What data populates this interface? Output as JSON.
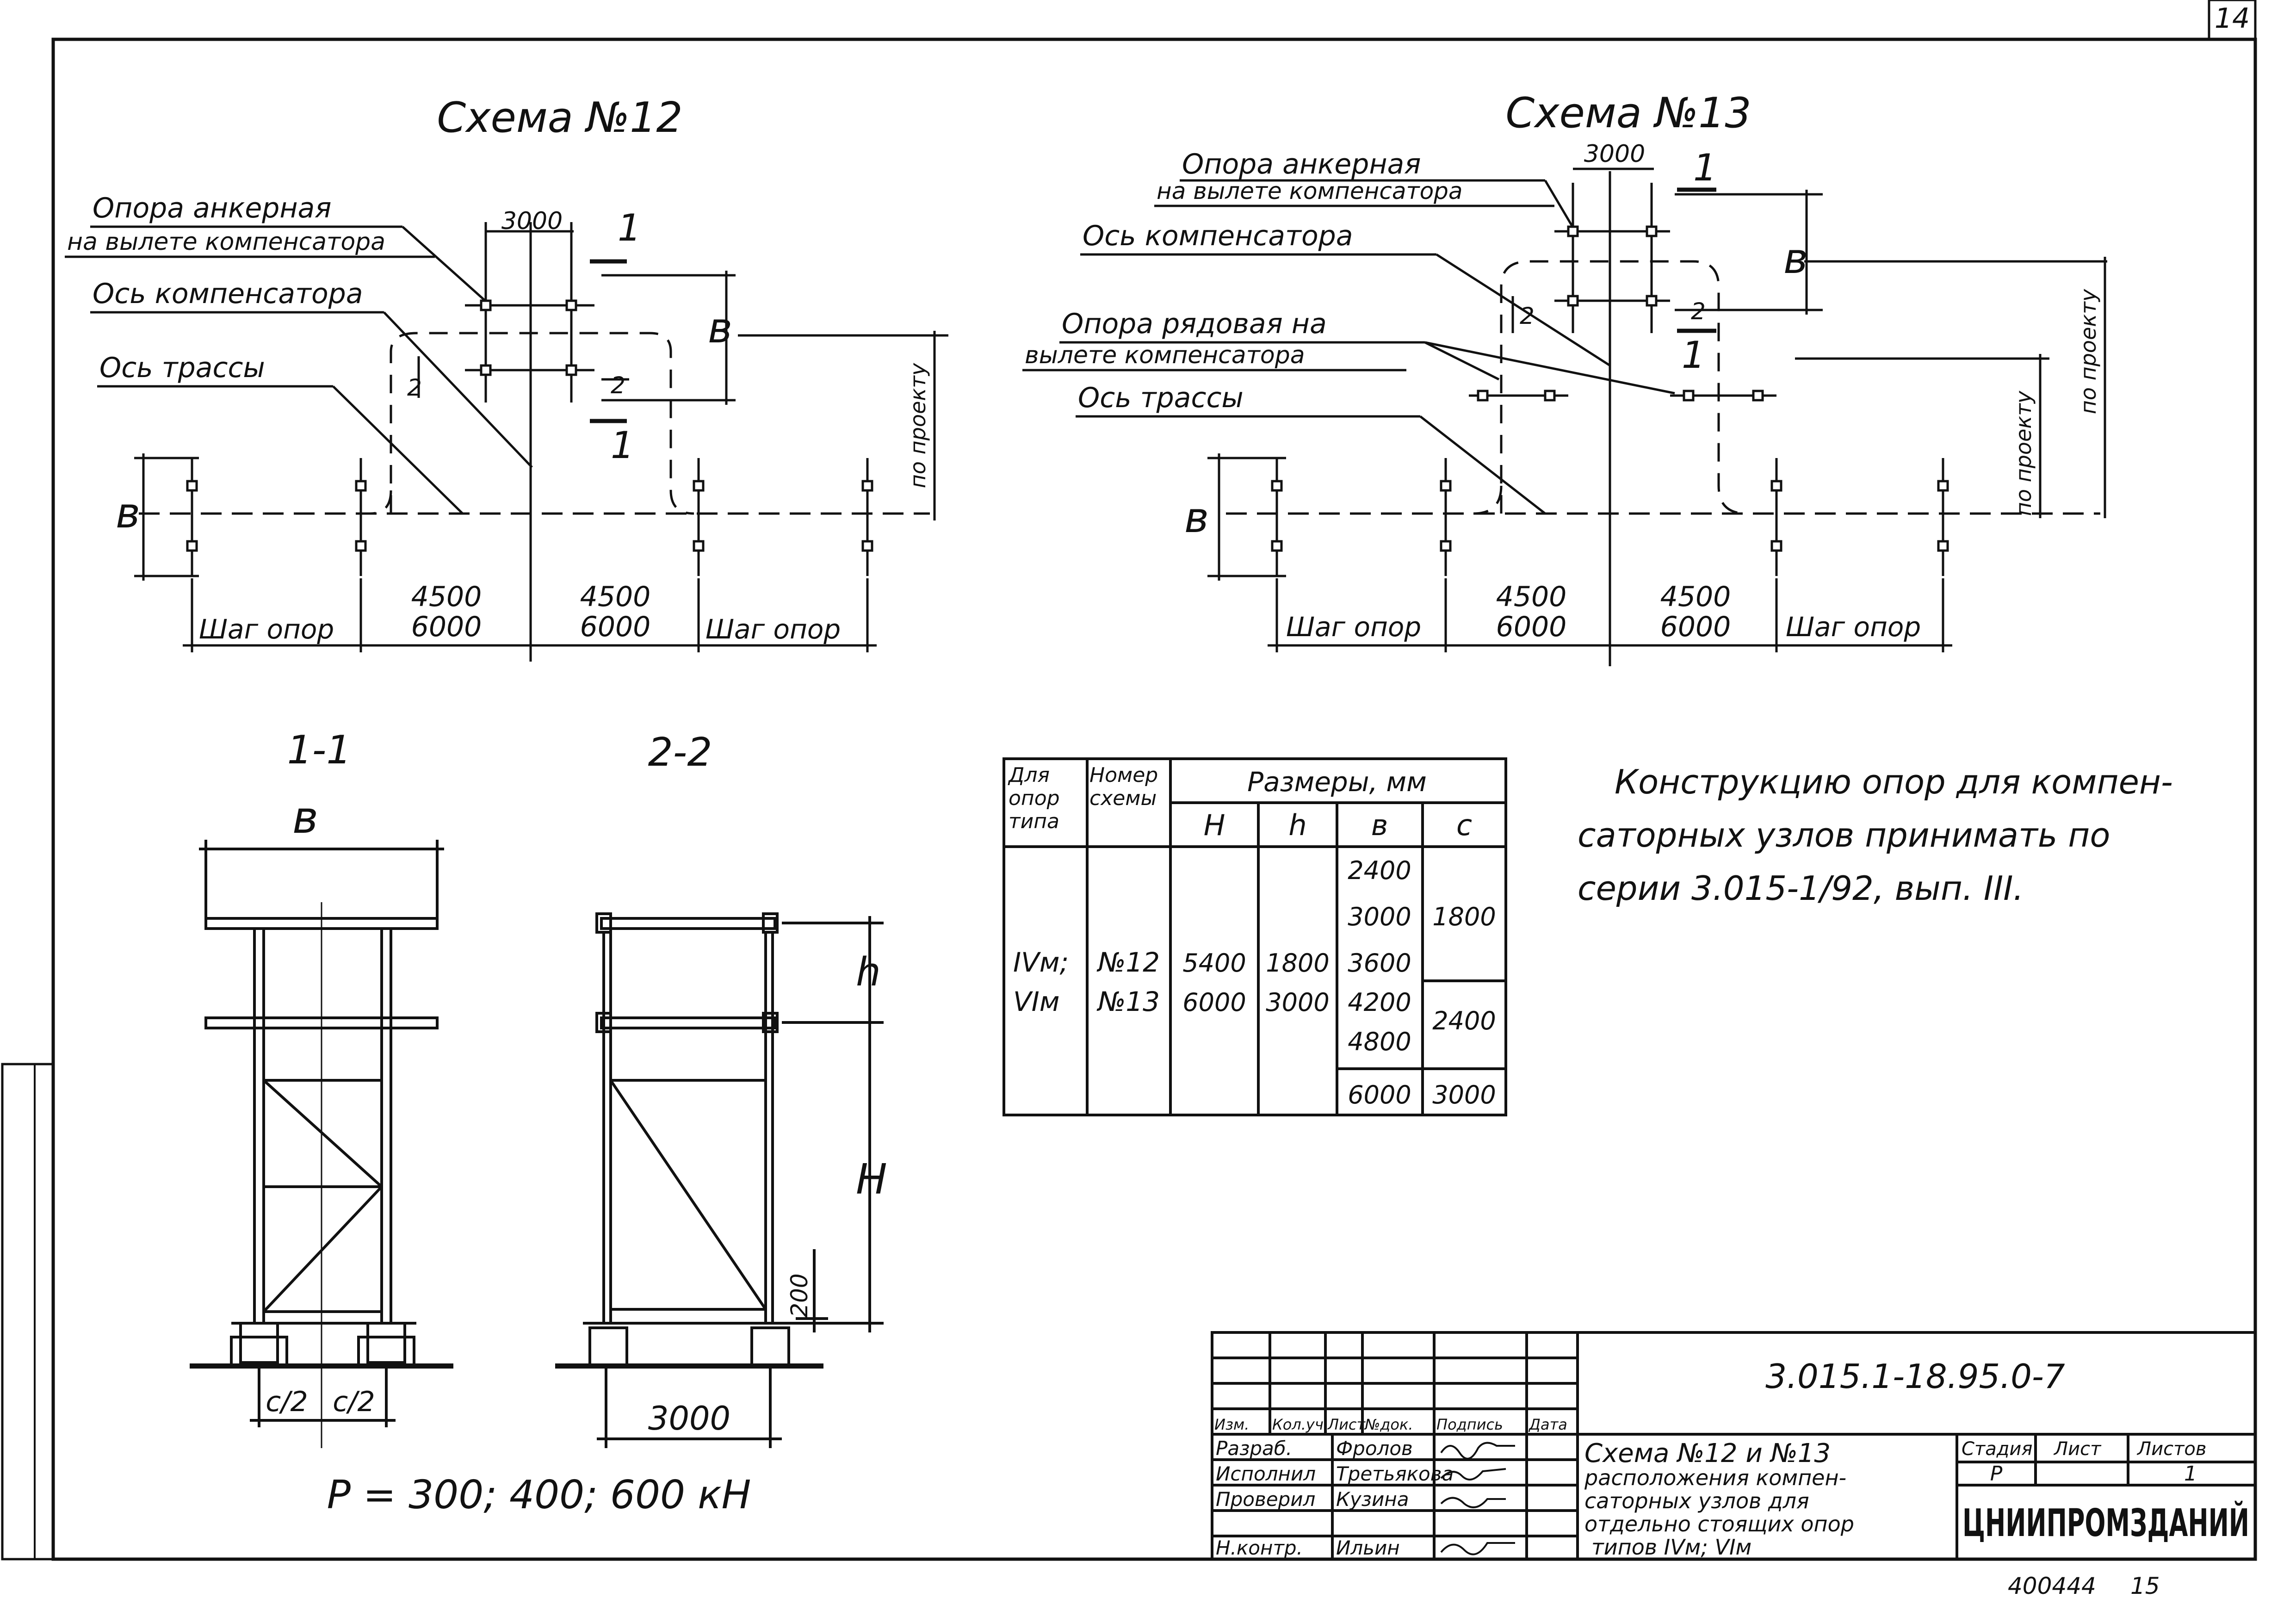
{
  "sheet_number": "14",
  "scheme12": {
    "title": "Схема №12",
    "label_anchor_1": "Опора анкерная",
    "label_anchor_2": "на вылете компенсатора",
    "label_comp_axis": "Ось компенсатора",
    "label_route_axis": "Ось трассы",
    "dim_3000": "3000",
    "dim_b": "в",
    "dim_project": "по проекту",
    "dim_step_left": "Шаг опор",
    "dim_4500_l": "4500",
    "dim_6000_l": "6000",
    "dim_4500_r": "4500",
    "dim_6000_r": "6000",
    "dim_step_right": "Шаг опор",
    "sec1": "1",
    "sec2": "2"
  },
  "scheme13": {
    "title": "Схема №13",
    "label_anchor_1": "Опора анкерная",
    "label_anchor_2": "на вылете компенсатора",
    "label_comp_axis": "Ось компенсатора",
    "label_row_1": "Опора рядовая на",
    "label_row_2": "вылете компенсатора",
    "label_route_axis": "Ось трассы",
    "dim_3000": "3000",
    "dim_b": "в",
    "dim_project_1": "по проекту",
    "dim_project_2": "по проекту",
    "dim_step_left": "Шаг опор",
    "dim_4500_l": "4500",
    "dim_6000_l": "6000",
    "dim_4500_r": "4500",
    "dim_6000_r": "6000",
    "dim_step_right": "Шаг опор",
    "sec1": "1",
    "sec2": "2"
  },
  "section11": {
    "title": "1-1",
    "dim_b": "в",
    "dim_c2_l": "с/2",
    "dim_c2_r": "с/2"
  },
  "section22": {
    "title": "2-2",
    "dim_h": "h",
    "dim_H": "Н",
    "dim_200": "200",
    "dim_3000": "3000"
  },
  "loads": "P = 300; 400; 600 кН",
  "table": {
    "header_type": [
      "Для",
      "опор",
      "типа"
    ],
    "header_scheme": [
      "Номер",
      "схемы"
    ],
    "header_sizes": "Размеры, мм",
    "columns": [
      "H",
      "h",
      "в",
      "с"
    ],
    "types": [
      "IVм;",
      "VIм"
    ],
    "schemes": [
      "№12",
      "№13"
    ],
    "H_values": [
      "5400",
      "6000"
    ],
    "h_values": [
      "1800",
      "3000"
    ],
    "b_values": [
      "2400",
      "3000",
      "3600",
      "4200",
      "4800",
      "6000"
    ],
    "c_values": [
      "1800",
      "2400",
      "3000"
    ]
  },
  "note": [
    "Конструкцию опор для компен-",
    "саторных узлов принимать по",
    "серии 3.015-1/92, вып. III."
  ],
  "stamp": {
    "code": "3.015.1-18.95.0-7",
    "col_headers": [
      "Изм.",
      "Кол.уч.",
      "Лист",
      "№док.",
      "Подпись",
      "Дата"
    ],
    "roles": [
      "Разраб.",
      "Исполнил",
      "Проверил",
      "",
      "Н.контр."
    ],
    "names": [
      "Фролов",
      "Третьякова",
      "Кузина",
      "",
      "Ильин"
    ],
    "title_lines": [
      "Схема №12 и №13",
      "расположения компен-",
      "саторных узлов для",
      "отдельно стоящих опор",
      "типов IVм; VIм"
    ],
    "stage_header": "Стадия",
    "sheet_header": "Лист",
    "sheets_header": "Листов",
    "stage": "Р",
    "sheets_total": "1",
    "org": "ЦНИИПРОМЗДАНИЙ"
  },
  "bottom_code": "400444",
  "bottom_number": "15"
}
